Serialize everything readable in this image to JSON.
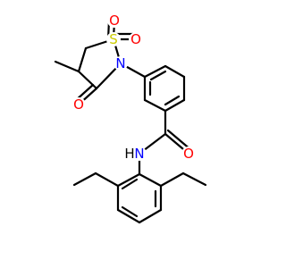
{
  "molecule": {
    "colors": {
      "bond": "#000000",
      "oxygen": "#ff0000",
      "nitrogen": "#0000ff",
      "sulfur": "#cccc00",
      "hydrogen": "#000000"
    },
    "atom_labels": {
      "sulfonyl_o1": "O",
      "sulfonyl_o2": "O",
      "sulfur": "S",
      "ring_nitrogen": "N",
      "ring_carbonyl_o": "O",
      "amide_o": "O",
      "amide_n": "N",
      "amide_h": "H"
    }
  }
}
